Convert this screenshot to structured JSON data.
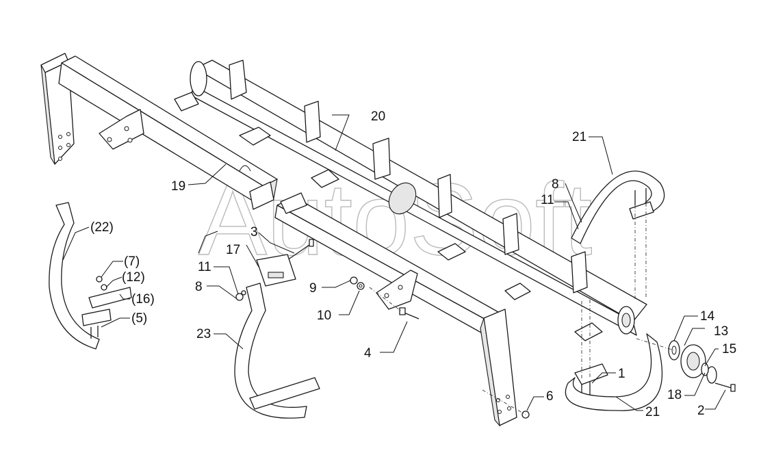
{
  "watermark": "AutoSoft",
  "callouts": [
    {
      "id": "c1",
      "text": "1"
    },
    {
      "id": "c2",
      "text": "2"
    },
    {
      "id": "c3",
      "text": "3"
    },
    {
      "id": "c4",
      "text": "4"
    },
    {
      "id": "c5",
      "text": "(5)"
    },
    {
      "id": "c6",
      "text": "6"
    },
    {
      "id": "c7",
      "text": "(7)"
    },
    {
      "id": "c8a",
      "text": "8"
    },
    {
      "id": "c8b",
      "text": "8"
    },
    {
      "id": "c9",
      "text": "9"
    },
    {
      "id": "c10",
      "text": "10"
    },
    {
      "id": "c11a",
      "text": "11"
    },
    {
      "id": "c11b",
      "text": "11"
    },
    {
      "id": "c12",
      "text": "(12)"
    },
    {
      "id": "c13",
      "text": "13"
    },
    {
      "id": "c14",
      "text": "14"
    },
    {
      "id": "c15",
      "text": "15"
    },
    {
      "id": "c16",
      "text": "(16)"
    },
    {
      "id": "c17",
      "text": "17"
    },
    {
      "id": "c18",
      "text": "18"
    },
    {
      "id": "c19",
      "text": "19"
    },
    {
      "id": "c20",
      "text": "20"
    },
    {
      "id": "c21a",
      "text": "21"
    },
    {
      "id": "c21b",
      "text": "21"
    },
    {
      "id": "c22",
      "text": "(22)"
    },
    {
      "id": "c23",
      "text": "23"
    }
  ]
}
